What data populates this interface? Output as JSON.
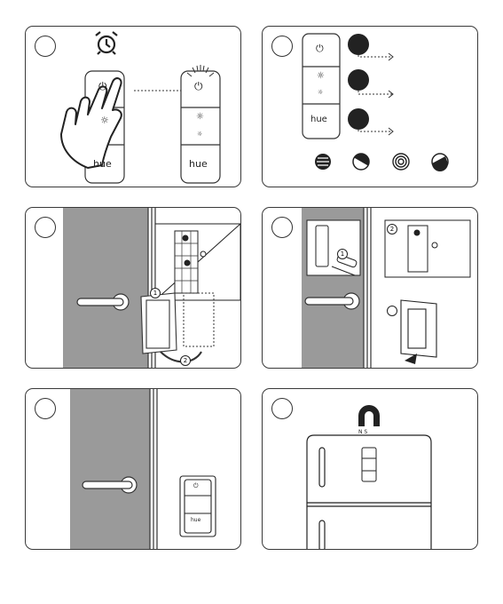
{
  "panels": [
    {
      "step": ""
    },
    {
      "step": ""
    },
    {
      "step": ""
    },
    {
      "step": ""
    },
    {
      "step": ""
    },
    {
      "step": ""
    }
  ],
  "remote": {
    "power_glyph": "⏻",
    "bright_up_glyph": "☼",
    "bright_down_glyph": "☼",
    "brand_label": "hue"
  },
  "callouts": {
    "one": "1",
    "two": "2"
  },
  "scene_icons": [
    "concentrate-scene-icon",
    "read-scene-icon",
    "relax-scene-icon",
    "energize-scene-icon"
  ],
  "colors": {
    "stroke": "#333333",
    "wall": "#9a9a9a",
    "dot": "#222222"
  }
}
